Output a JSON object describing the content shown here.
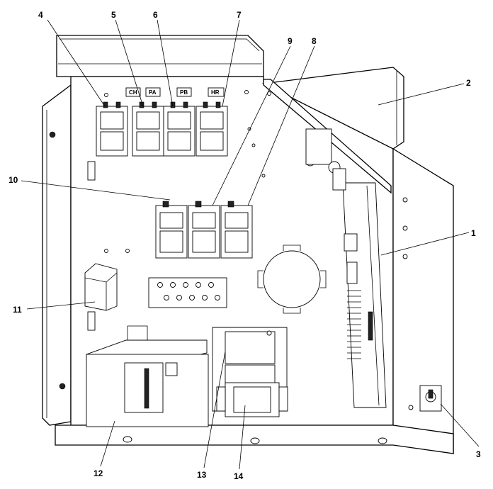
{
  "callouts": {
    "c1": "1",
    "c2": "2",
    "c3": "3",
    "c4": "4",
    "c5": "5",
    "c6": "6",
    "c7": "7",
    "c8": "8",
    "c9": "9",
    "c10": "10",
    "c11": "11",
    "c12": "12",
    "c13": "13",
    "c14": "14"
  },
  "panel_tags": {
    "ch": "CH",
    "pa": "PA",
    "pb": "PB",
    "hr": "HR"
  }
}
